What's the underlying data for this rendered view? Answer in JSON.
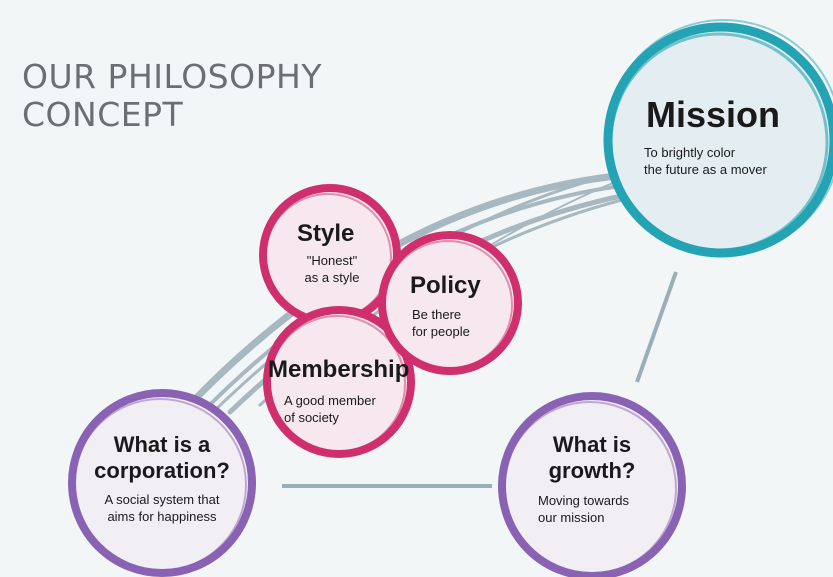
{
  "heading": {
    "line1": "OUR PHILOSOPHY",
    "line2": "CONCEPT"
  },
  "mission": {
    "title": "Mission",
    "desc_line1": "To brightly color",
    "desc_line2": "the future as a mover"
  },
  "style": {
    "title": "Style",
    "desc_line1": "\"Honest\"",
    "desc_line2": "as a style"
  },
  "policy": {
    "title": "Policy",
    "desc_line1": "Be there",
    "desc_line2": "for people"
  },
  "membership": {
    "title": "Membership",
    "desc_line1": "A good member",
    "desc_line2": "of society"
  },
  "corporation": {
    "title_line1": "What is a",
    "title_line2": "corporation?",
    "desc_line1": "A social system that",
    "desc_line2": "aims for happiness"
  },
  "growth": {
    "title_line1": "What is",
    "title_line2": "growth?",
    "desc_line1": "Moving towards",
    "desc_line2": "our mission"
  },
  "colors": {
    "background": "#f3f6f7",
    "mission_ring": "#23a3b3",
    "pink_ring": "#cf2f6c",
    "purple_ring": "#8a62b4",
    "connector": "#9aaeb8"
  }
}
